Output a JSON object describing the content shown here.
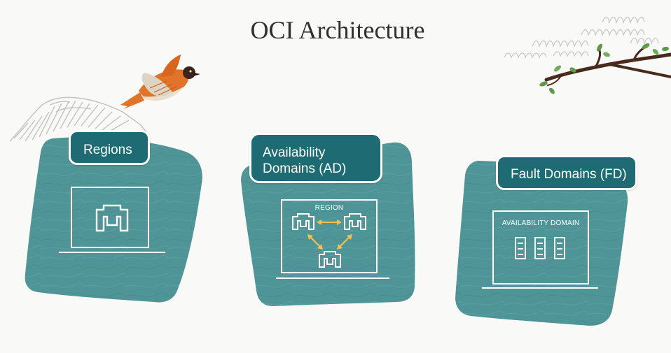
{
  "page": {
    "title": "OCI Architecture"
  },
  "cards": [
    {
      "label": "Regions"
    },
    {
      "label": "Availability Domains (AD)",
      "inner_label": "REGION"
    },
    {
      "label": "Fault Domains (FD)",
      "inner_label": "AVAILABILITY DOMAIN"
    }
  ],
  "colors": {
    "card_teal": "#4f9597",
    "tag_teal": "#1e6b73",
    "arrow_yellow": "#f2c14e",
    "bird_orange": "#e0742a",
    "branch_brown": "#4a2a1c",
    "leaf_green": "#5d9a4a"
  },
  "icons": [
    "bird-illustration",
    "branch-illustration",
    "scribble-cloud",
    "laptop-icon",
    "building-icon",
    "server-icon",
    "bidirectional-arrow-icon"
  ]
}
